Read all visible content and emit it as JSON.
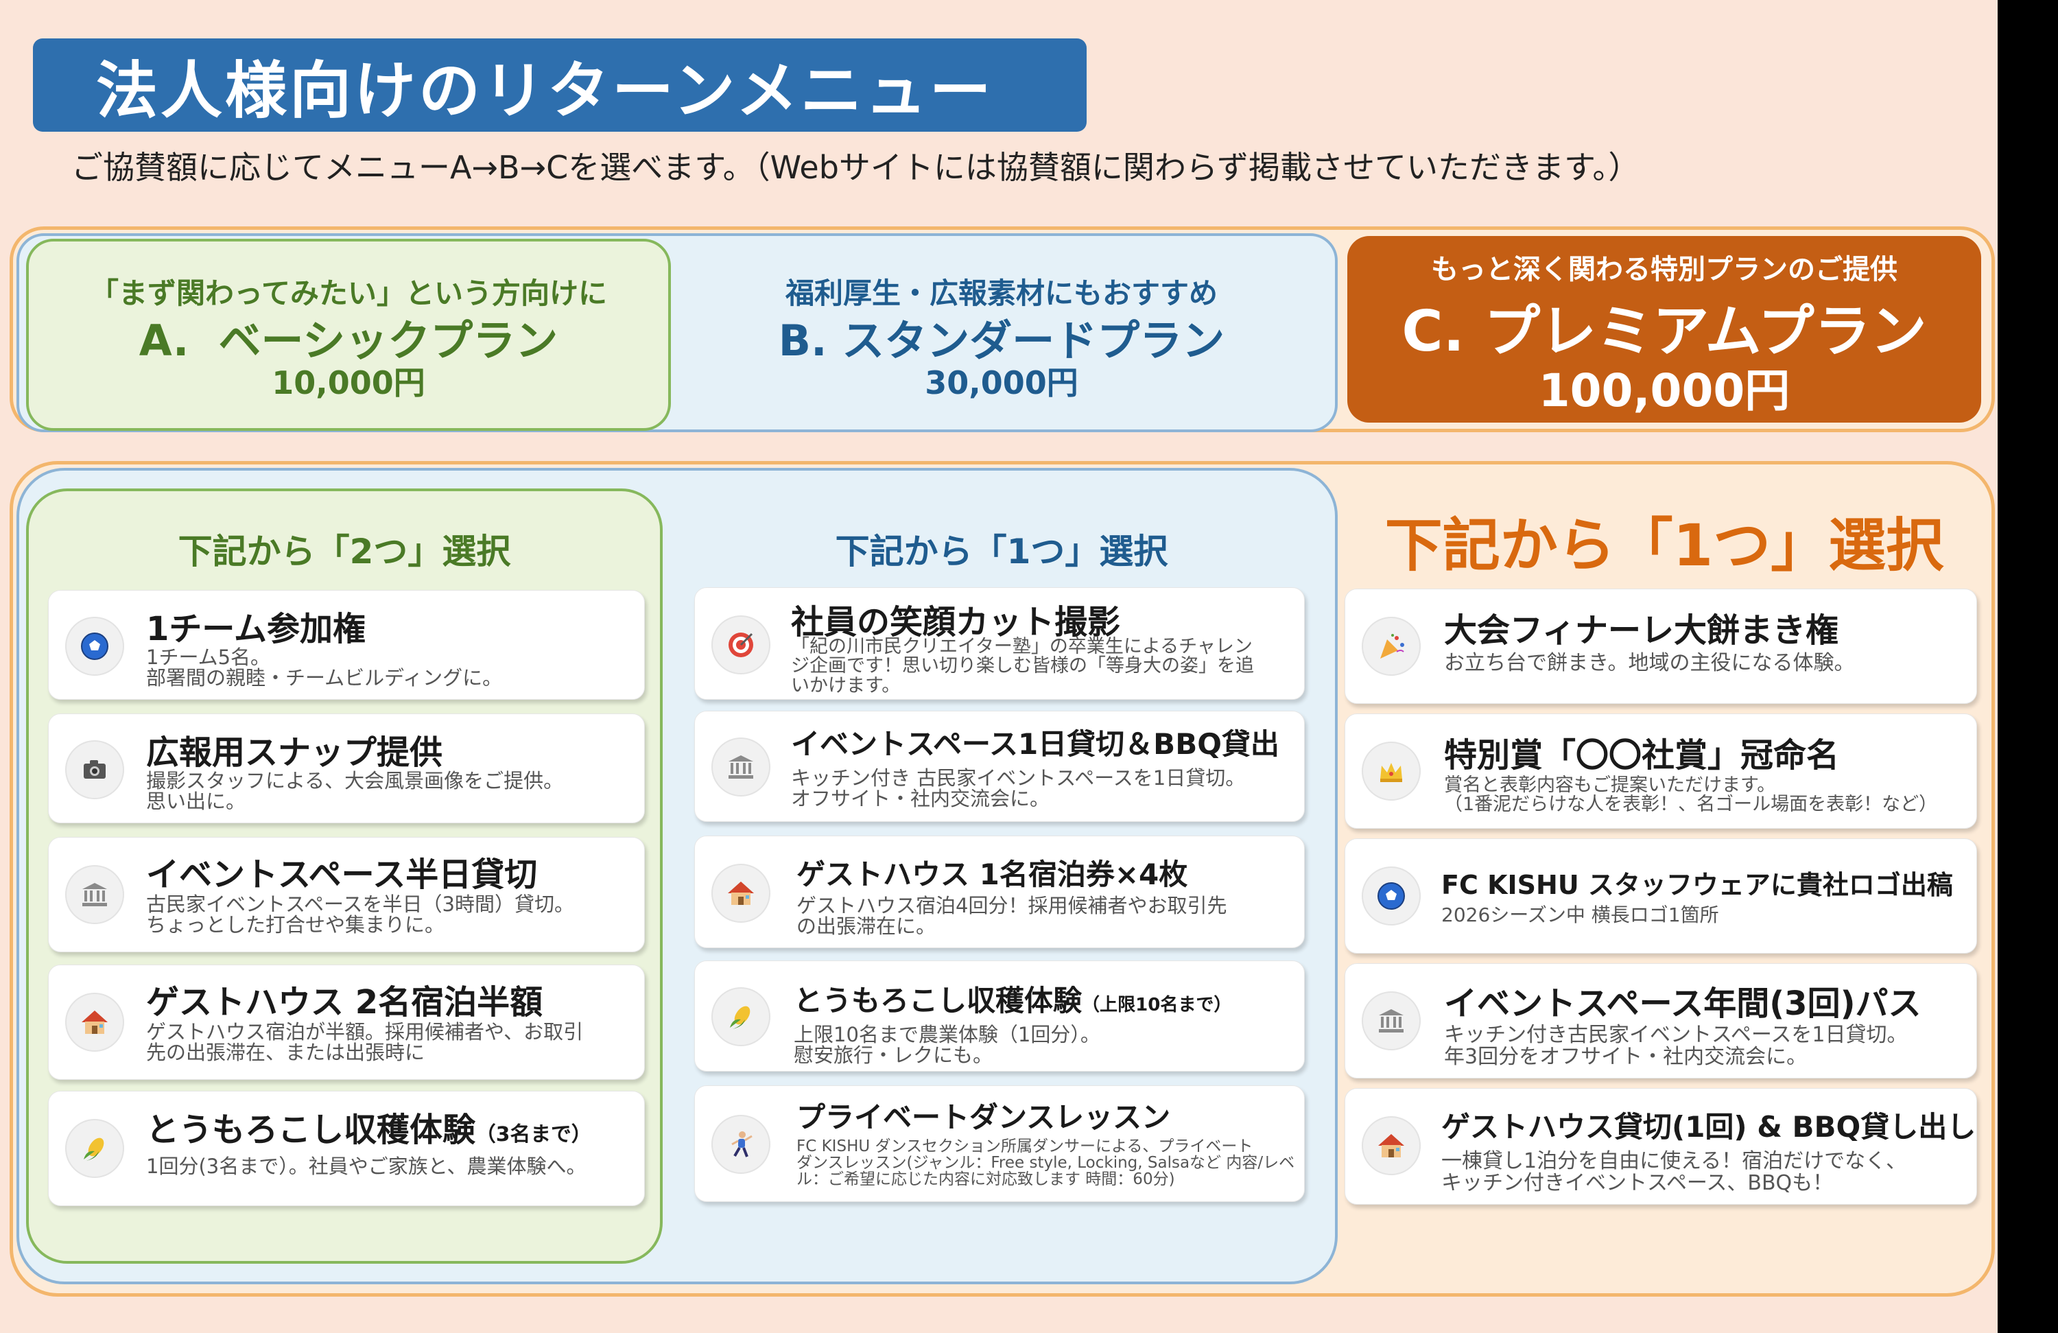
{
  "header": {
    "title": "法人様向けのリターンメニュー",
    "subtitle": "ご協賛額に応じてメニューA→B→Cを選べます。（Webサイトには協賛額に関わらず掲載させていただきます。）"
  },
  "plans": {
    "a": {
      "tagline": "「まず関わってみたい」という方向けに",
      "name": "A.  ベーシックプラン",
      "price": "10,000円"
    },
    "b": {
      "tagline": "福利厚生・広報素材にもおすすめ",
      "name": "B. スタンダードプラン",
      "price": "30,000円"
    },
    "c": {
      "tagline": "もっと深く関わる特別プランのご提供",
      "name": "C. プレミアムプラン",
      "price": "100,000円"
    }
  },
  "selection": {
    "a": "下記から「2つ」選択",
    "b": "下記から「1つ」選択",
    "c": "下記から「1つ」選択"
  },
  "menu_a": [
    {
      "icon": "soccer-ball-icon",
      "title": "1チーム参加権",
      "title_small": "",
      "desc": "1チーム5名。\n部署間の親睦・チームビルディングに。"
    },
    {
      "icon": "camera-icon",
      "title": "広報用スナップ提供",
      "title_small": "",
      "desc": "撮影スタッフによる、大会風景画像をご提供。\n思い出に。"
    },
    {
      "icon": "building-icon",
      "title": "イベントスペース半日貸切",
      "title_small": "",
      "desc": "古民家イベントスペースを半日（3時間）貸切。\nちょっとした打合せや集まりに。"
    },
    {
      "icon": "house-icon",
      "title": "ゲストハウス 2名宿泊半額",
      "title_small": "",
      "desc": "ゲストハウス宿泊が半額。採用候補者や、お取引\n先の出張滞在、または出張時に"
    },
    {
      "icon": "corn-icon",
      "title": "とうもろこし収穫体験",
      "title_small": "（3名まで）",
      "desc": "1回分(3名まで）。社員やご家族と、農業体験へ。"
    }
  ],
  "menu_b": [
    {
      "icon": "target-icon",
      "title": "社員の笑顔カット撮影",
      "title_small": "",
      "desc": "「紀の川市民クリエイター塾」の卒業生によるチャレン\nジ企画です！思い切り楽しむ皆様の「等身大の姿」を追\nいかけます。"
    },
    {
      "icon": "building-icon",
      "title": "イベントスペース1日貸切＆BBQ貸出",
      "title_small": "",
      "desc": "キッチン付き 古民家イベントスペースを1日貸切。\nオフサイト・社内交流会に。"
    },
    {
      "icon": "house-icon",
      "title": "ゲストハウス 1名宿泊券×4枚",
      "title_small": "",
      "desc": "ゲストハウス宿泊4回分！採用候補者やお取引先\nの出張滞在に。"
    },
    {
      "icon": "corn-icon",
      "title": "とうもろこし収穫体験",
      "title_small": "（上限10名まで）",
      "desc": "上限10名まで農業体験（1回分）。\n慰安旅行・レクにも。"
    },
    {
      "icon": "dancer-icon",
      "title": "プライベートダンスレッスン",
      "title_small": "",
      "desc": "FC KISHU ダンスセクション所属ダンサーによる、プライベート\nダンスレッスン(ジャンル：Free style, Locking, Salsaなど 内容/レベ\nル：ご希望に応じた内容に対応致します 時間：60分)"
    }
  ],
  "menu_c": [
    {
      "icon": "party-popper-icon",
      "title": "大会フィナーレ大餅まき権",
      "title_small": "",
      "desc": "お立ち台で餅まき。地域の主役になる体験。"
    },
    {
      "icon": "crown-icon",
      "title": "特別賞「〇〇社賞」冠命名",
      "title_small": "",
      "desc": "賞名と表彰内容もご提案いただけます。\n（1番泥だらけな人を表彰！、名ゴール場面を表彰！など）"
    },
    {
      "icon": "soccer-ball-icon",
      "title": "FC KISHU スタッフウェアに貴社ロゴ出稿",
      "title_small": "",
      "desc": "2026シーズン中 横長ロゴ1箇所"
    },
    {
      "icon": "building-icon",
      "title": "イベントスペース年間(3回)パス",
      "title_small": "",
      "desc": "キッチン付き古民家イベントスペースを1日貸切。\n年3回分をオフサイト・社内交流会に。"
    },
    {
      "icon": "house-icon",
      "title": "ゲストハウス貸切(1回) & BBQ貸し出し",
      "title_small": "",
      "desc": "一棟貸し1泊分を自由に使える！宿泊だけでなく、\nキッチン付きイベントスペース、BBQも！"
    }
  ],
  "colors": {
    "page_bg": "#fbe5d9",
    "title_blue": "#2e6fae",
    "plan_a_green": "#4a7a26",
    "plan_b_blue": "#1f5c8f",
    "premium_orange": "#c45e14",
    "select_c_orange": "#d9690f"
  }
}
